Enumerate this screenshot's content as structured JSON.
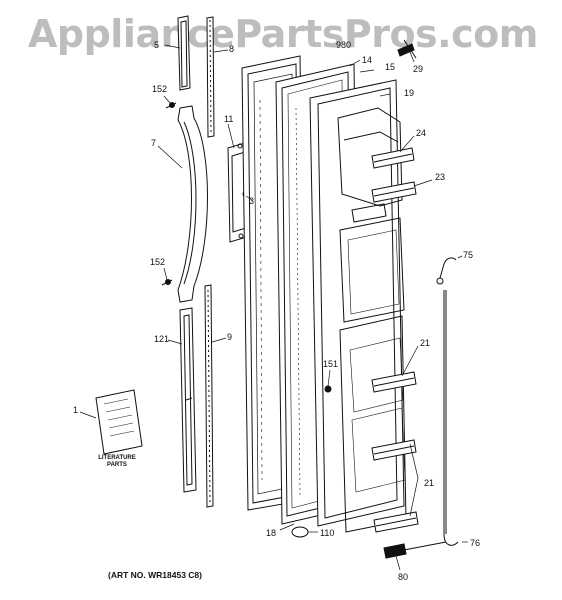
{
  "watermark": "AppliancePartsPros.com",
  "art_number": "(ART NO. WR18453 C8)",
  "literature_label": "LITERATURE PARTS",
  "callouts": {
    "c1": "1",
    "c3": "3",
    "c5": "5",
    "c7": "7",
    "c8": "8",
    "c9": "9",
    "c11": "11",
    "c14": "14",
    "c15": "15",
    "c18": "18",
    "c19": "19",
    "c21a": "21",
    "c21b": "21",
    "c23": "23",
    "c24": "24",
    "c29": "29",
    "c75": "75",
    "c76": "76",
    "c80": "80",
    "c110": "110",
    "c121": "121",
    "c151": "151",
    "c152a": "152",
    "c152b": "152",
    "c980": "980"
  }
}
